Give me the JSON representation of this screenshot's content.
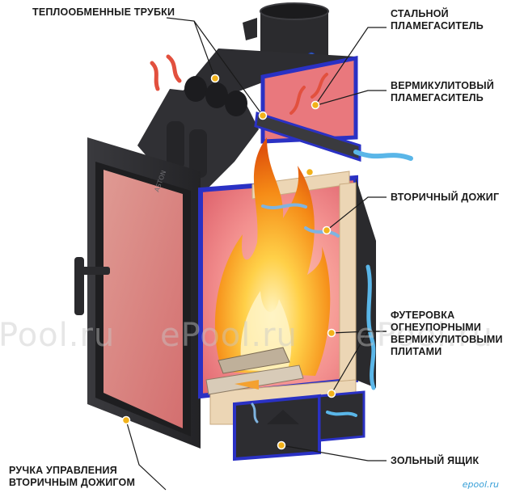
{
  "labels": {
    "heat_tubes": "ТЕПЛООБМЕННЫЕ ТРУБКИ",
    "steel_deflector": [
      "СТАЛЬНОЙ",
      "ПЛАМЕГАСИТЕЛЬ"
    ],
    "vermiculite_deflector": [
      "ВЕРМИКУЛИТОВЫЙ",
      "ПЛАМЕГАСИТЕЛЬ"
    ],
    "secondary_burn": "ВТОРИЧНЫЙ ДОЖИГ",
    "lining": [
      "ФУТЕРОВКА",
      "ОГНЕУПОРНЫМИ",
      "ВЕРМИКУЛИТОВЫМИ",
      "ПЛИТАМИ"
    ],
    "ash_box": "ЗОЛЬНЫЙ ЯЩИК",
    "control_handle": [
      "РУЧКА УПРАВЛЕНИЯ",
      "ВТОРИЧНЫМ ДОЖИГОМ"
    ]
  },
  "brand": "ASTON",
  "watermarks": [
    "Pool.ru",
    "ePool.ru",
    "ePool.ru"
  ],
  "logo": "epool.ru",
  "colors": {
    "steel": "#2e2e31",
    "frame_blue": "#2a31c4",
    "chamber_red": "#f08c8c",
    "vermiculite": "#e9d2b2",
    "marker": "#f2b21a",
    "hot_air": "#e2503e",
    "cold_air": "#5ab6e8"
  }
}
